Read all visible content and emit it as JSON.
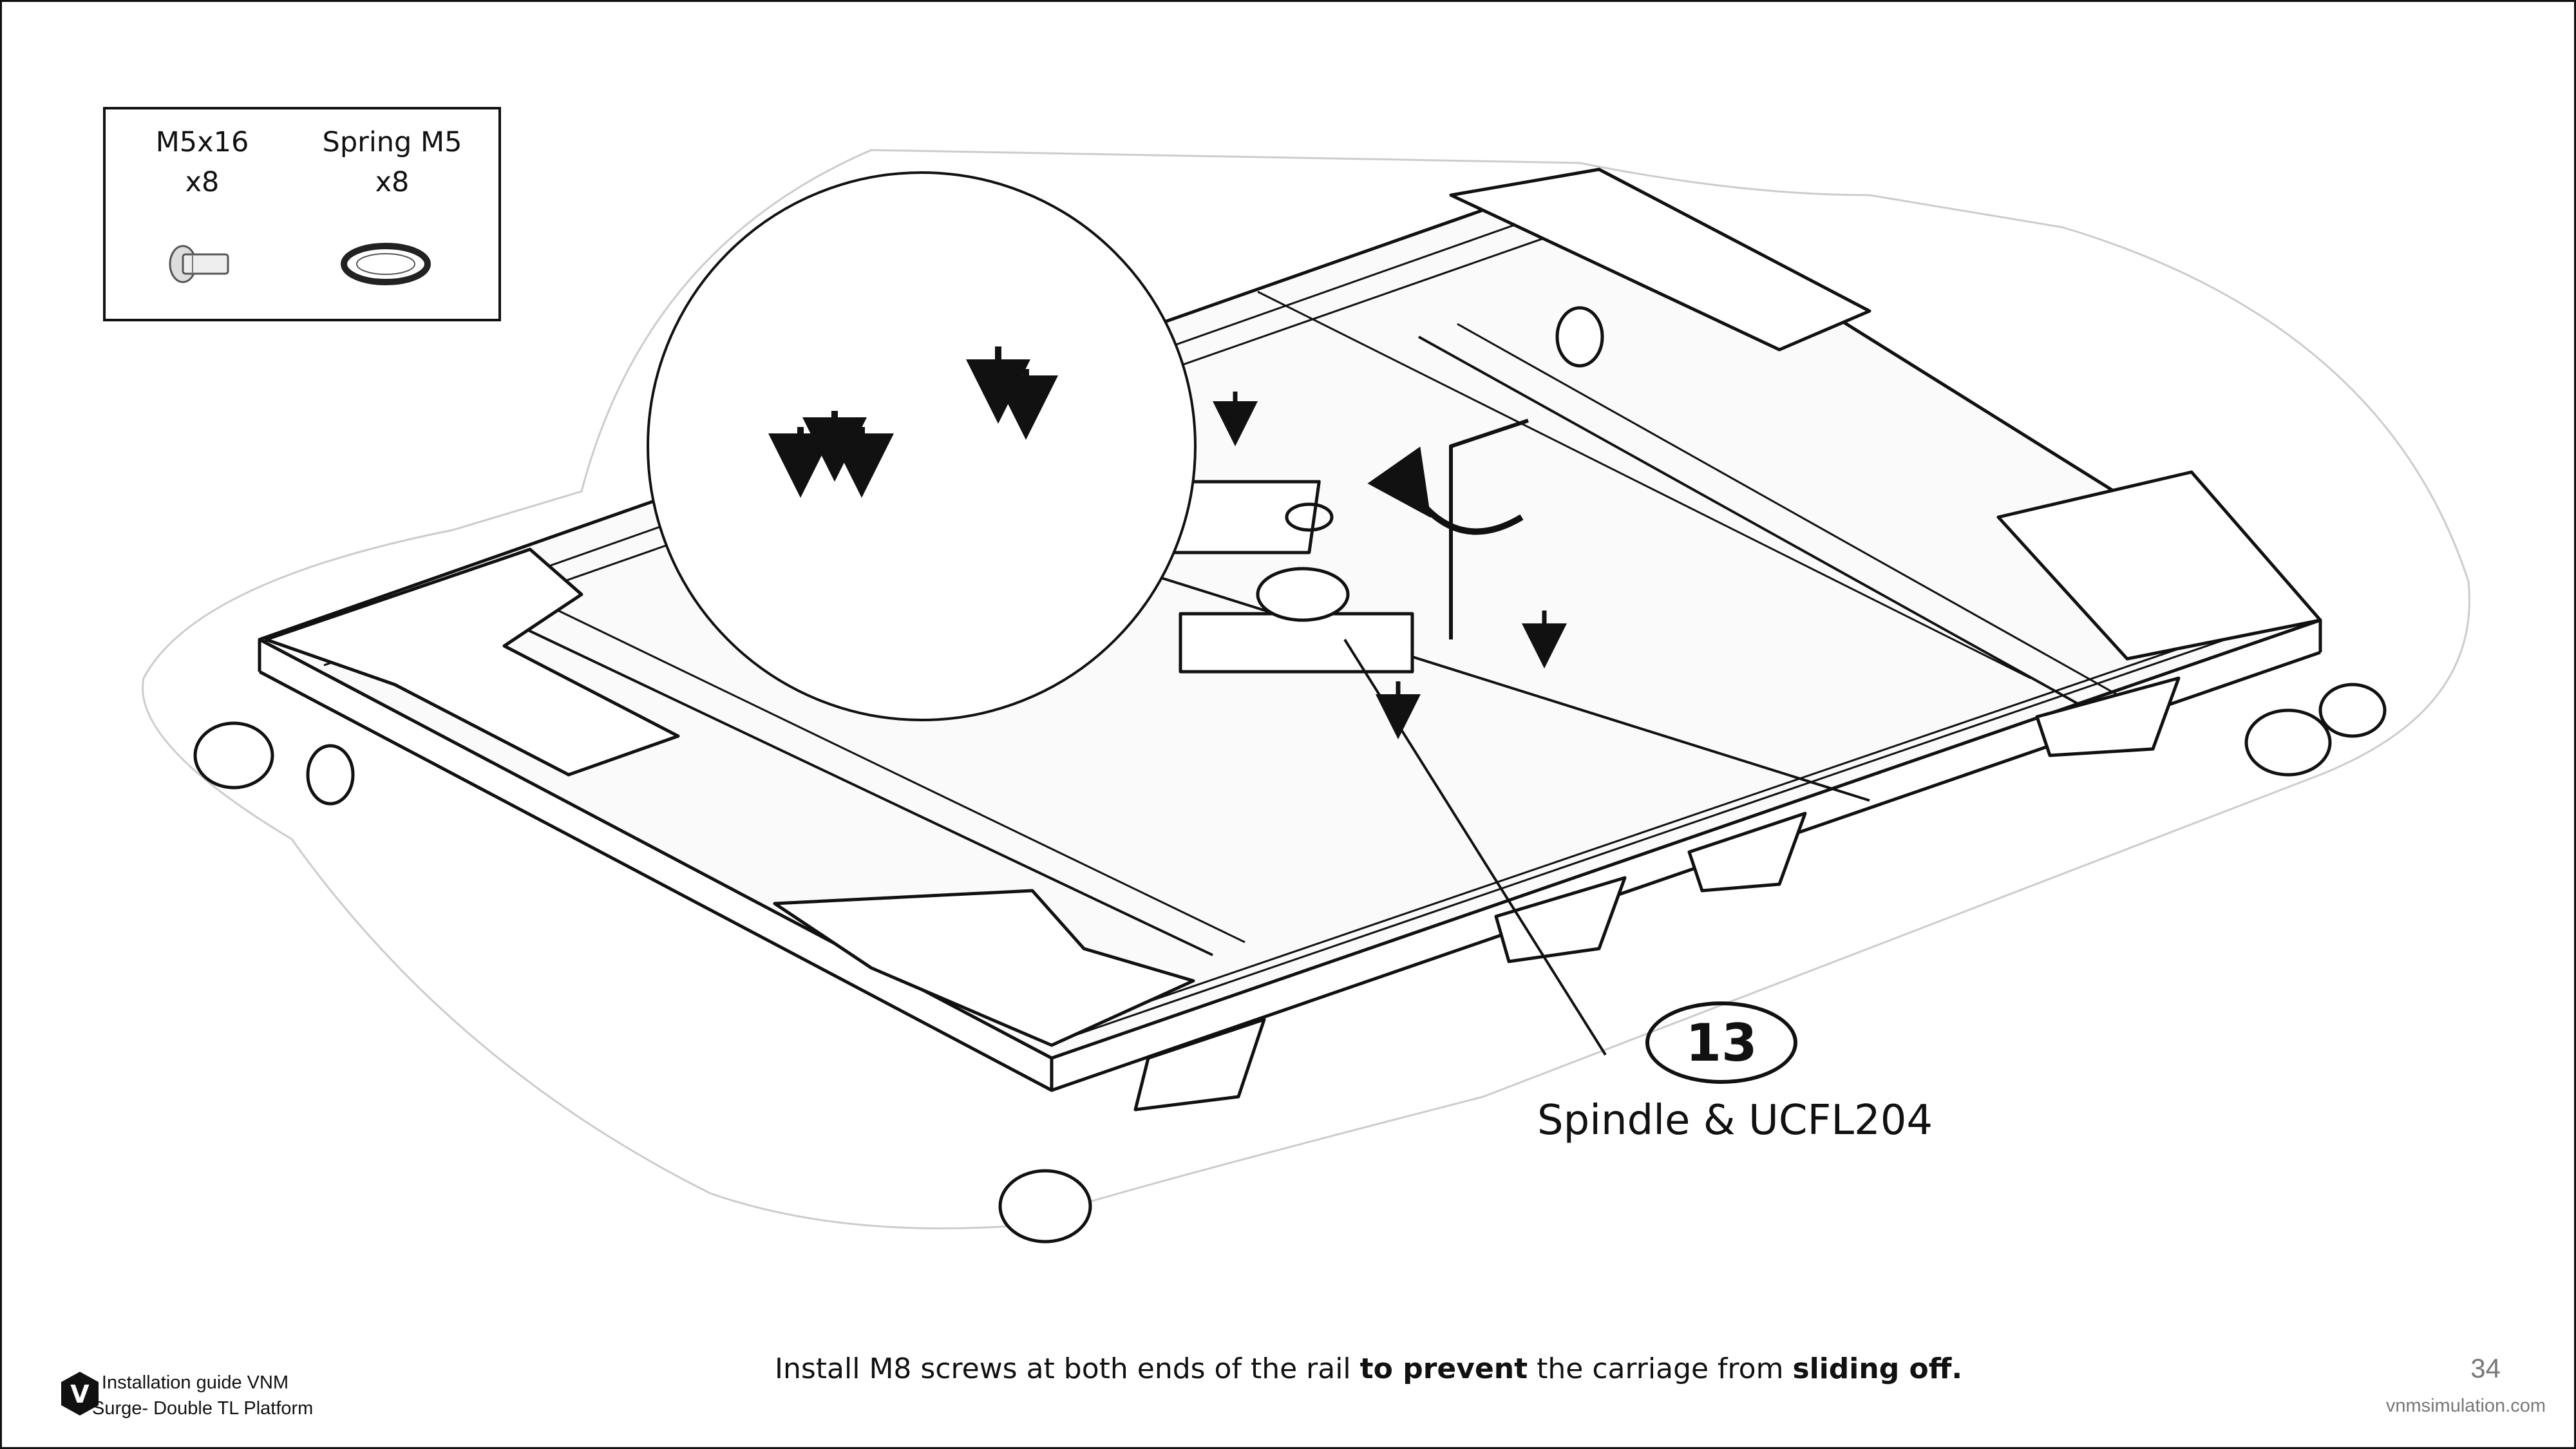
{
  "parts": [
    {
      "name_line1": "M5x16",
      "qty": "x8",
      "icon": "screw-icon"
    },
    {
      "name_line1": "Spring M5",
      "qty": "x8",
      "icon": "spring-washer-icon"
    }
  ],
  "callout": {
    "number": "13",
    "label": "Spindle & UCFL204"
  },
  "footer": {
    "logo_letter": "V",
    "title_line1": "Installation guide VNM",
    "title_line2": "Surge- Double TL Platform",
    "instruction_part1": "Install M8 screws at both ends of the rail ",
    "instruction_bold1": "to prevent",
    "instruction_part2": " the carriage from ",
    "instruction_bold2": "sliding off.",
    "page_number": "34",
    "site": "vnmsimulation.com"
  },
  "colors": {
    "line": "#111111",
    "muted": "#777777",
    "halo": "#cccccc"
  }
}
